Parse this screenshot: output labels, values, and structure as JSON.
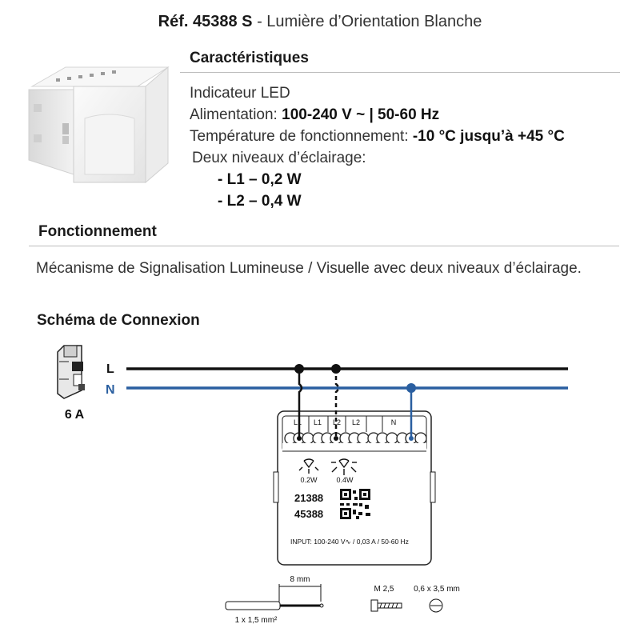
{
  "header": {
    "ref": "Réf. 45388 S",
    "separator": " - ",
    "product_name": "Lumière d’Orientation Blanche"
  },
  "characteristics": {
    "title": "Caractéristiques",
    "led": "Indicateur LED",
    "power_label": "Alimentation: ",
    "power_value": "100-240 V ~ | 50-60 Hz",
    "temp_label": "Température de fonctionnement: ",
    "temp_value": "-10 °C jusqu’à +45 °C",
    "levels_label": "Deux niveaux d’éclairage:",
    "levels": [
      "- L1 – 0,2 W",
      "- L2 – 0,4 W"
    ]
  },
  "operation": {
    "title": "Fonctionnement",
    "text": "Mécanisme de Signalisation Lumineuse / Visuelle avec deux niveaux d’éclairage."
  },
  "wiring": {
    "title": "Schéma de Connexion",
    "line_l": "L",
    "line_n": "N",
    "breaker_rating": "6 A",
    "terminals": [
      "L1",
      "L1",
      "L2",
      "L2",
      "N"
    ],
    "level_1_power": "0.2W",
    "level_2_power": "0.4W",
    "ref_1": "21388",
    "ref_2": "45388",
    "input_spec": "INPUT: 100-240 V∿ / 0,03 A / 50-60 Hz",
    "strip_length": "8 mm",
    "wire_section": "1 x 1,5 mm²",
    "screw_size": "M 2,5",
    "screwdriver_size": "0,6 x 3,5 mm",
    "colors": {
      "live": "#111111",
      "neutral": "#2a5fa0"
    }
  }
}
